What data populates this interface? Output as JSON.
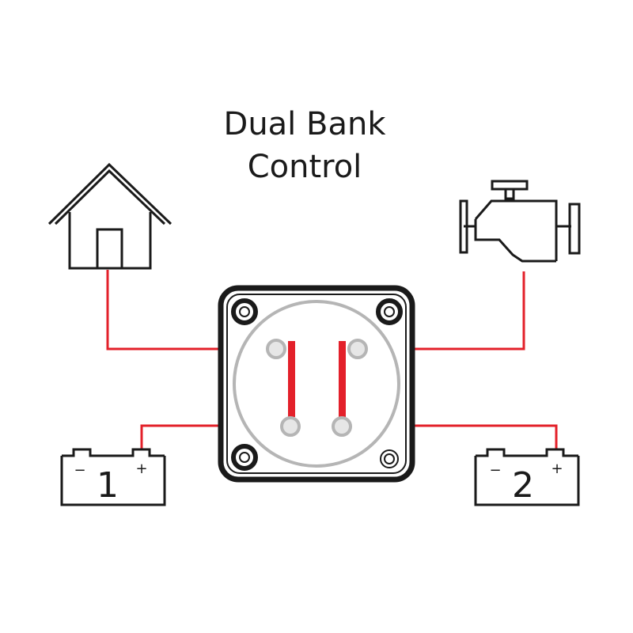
{
  "title": {
    "line1": "Dual Bank",
    "line2": "Control"
  },
  "batteries": [
    {
      "number": "1",
      "minus": "−",
      "plus": "+"
    },
    {
      "number": "2",
      "minus": "−",
      "plus": "+"
    }
  ],
  "colors": {
    "wire": "#e3202a",
    "outline": "#1a1a1a",
    "switch_ring": "#b5b5b5",
    "terminal": "#e6e6e6"
  },
  "icons": [
    "house-icon",
    "engine-icon",
    "battery-icon",
    "switch-icon"
  ]
}
